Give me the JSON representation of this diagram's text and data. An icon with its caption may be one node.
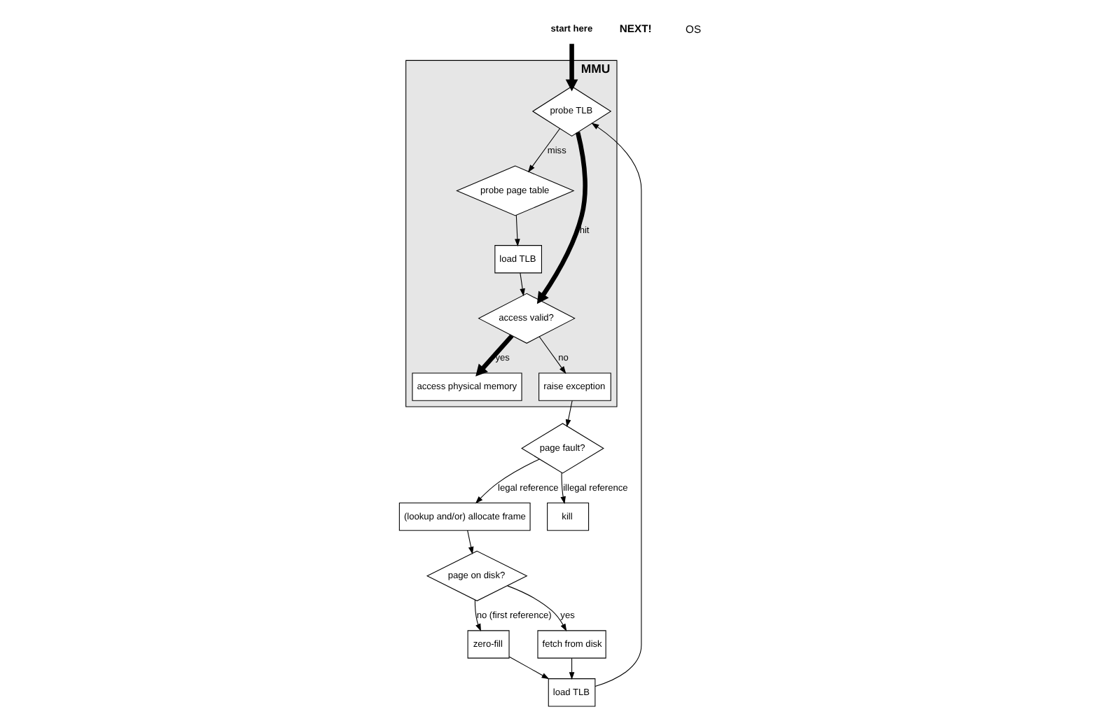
{
  "diagram": {
    "nodes": [
      {
        "text": [
          "MMU"
        ]
      },
      {
        "text": [
          "probe page table"
        ],
        "in": 0
      },
      {
        "text": [
          "load TLB"
        ],
        "in": 0
      },
      {
        "text": [
          "access physical memory"
        ],
        "in": 0
      },
      {
        "text": [
          "probe TLB"
        ],
        "in": 0
      },
      {
        "text": [
          "access valid?"
        ],
        "in": 0
      },
      {
        "text": [
          "raise exception"
        ],
        "in": 0
      },
      {
        "text": [
          "load TLB"
        ]
      },
      {
        "text": [
          "zero-fill"
        ]
      },
      {
        "text": [
          "fetch from disk"
        ]
      },
      {
        "text": [
          "page on disk?"
        ]
      },
      {
        "text": [
          "(lookup and/or) allocate frame"
        ]
      },
      {
        "text": [
          "page fault?"
        ]
      },
      {
        "text": [
          "kill"
        ]
      },
      {
        "text": [
          "start here"
        ]
      }
    ],
    "edges": [
      {
        "from": 14,
        "to": 4,
        "arrow": "to",
        "style": "thick"
      },
      {
        "from": 7,
        "to": 4,
        "arrow": "to"
      },
      {
        "from": 4,
        "to": 1,
        "arrow": "to",
        "label": "miss"
      },
      {
        "from": 1,
        "to": 2,
        "arrow": "to"
      },
      {
        "from": 2,
        "to": 5,
        "arrow": "to"
      },
      {
        "from": 4,
        "to": 5,
        "arrow": "to",
        "label": "hit",
        "style": "thick"
      },
      {
        "from": 5,
        "to": 3,
        "arrow": "to",
        "label": "yes",
        "style": "thick"
      },
      {
        "from": 5,
        "to": 6,
        "arrow": "to",
        "label": "no"
      },
      {
        "from": 6,
        "to": 12,
        "arrow": "to"
      },
      {
        "from": 12,
        "to": 11,
        "arrow": "to",
        "label": "legal reference"
      },
      {
        "from": 12,
        "to": 13,
        "arrow": "to",
        "label": "illegal reference"
      },
      {
        "from": 11,
        "to": 10,
        "arrow": "to"
      },
      {
        "from": 10,
        "to": 9,
        "arrow": "to",
        "label": "yes"
      },
      {
        "from": 10,
        "to": 8,
        "arrow": "to",
        "label": "no (first reference)"
      },
      {
        "from": 8,
        "to": 7,
        "arrow": "to"
      },
      {
        "from": 9,
        "to": 7,
        "arrow": "to"
      }
    ],
    "labels": [
      "NEXT!",
      "OS"
    ]
  }
}
